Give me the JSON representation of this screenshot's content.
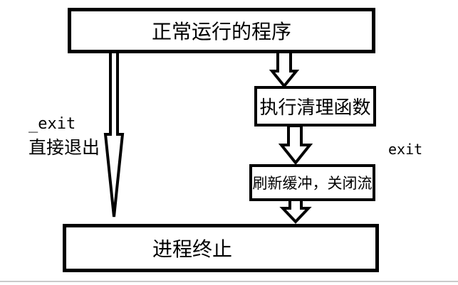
{
  "diagram": {
    "background_color": "#ffffff",
    "stroke_color": "#000000",
    "divider_color": "#cacaca",
    "nodes": {
      "running_program": {
        "label": "正常运行的程序"
      },
      "cleanup": {
        "label": "执行清理函数"
      },
      "flush": {
        "label": "刷新缓冲，关闭流"
      },
      "terminate": {
        "label": "进程终止"
      }
    },
    "labels": {
      "underscore_exit": "_exit",
      "direct_exit": "直接退出",
      "exit": "exit"
    }
  }
}
